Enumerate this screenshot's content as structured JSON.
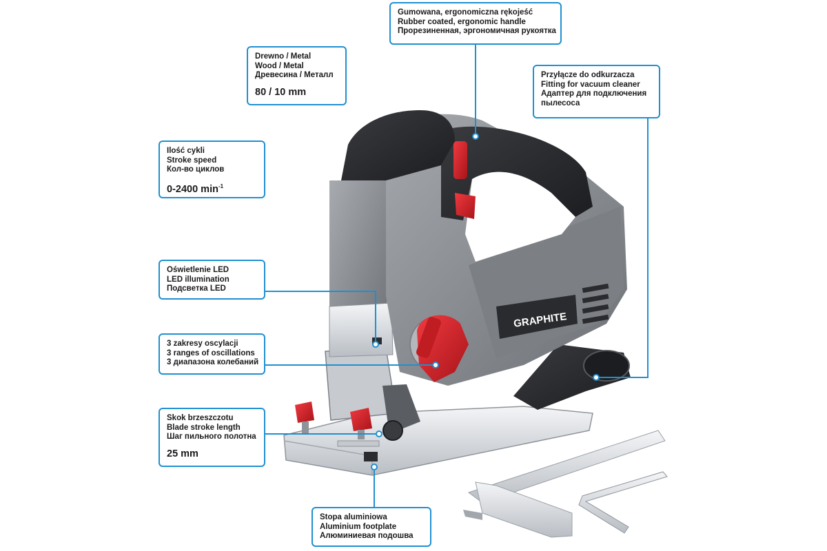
{
  "callouts": {
    "handle": {
      "lines": [
        "Gumowana, ergonomiczna rękojeść",
        "Rubber coated, ergonomic handle",
        "Прорезиненная, эргономичная рукоятка"
      ]
    },
    "material": {
      "lines": [
        "Drewno / Metal",
        "Wood / Metal",
        "Древесина / Металл"
      ],
      "spec": "80 / 10 mm"
    },
    "vacuum": {
      "lines": [
        "Przyłącze do odkurzacza",
        "Fitting for vacuum cleaner",
        "Адаптер для подключения",
        "пылесоса"
      ]
    },
    "stroke_speed": {
      "lines": [
        "Ilość cykli",
        "Stroke speed",
        "Кол-во циклов"
      ],
      "spec": "0-2400 min",
      "spec_sup": "-1"
    },
    "led": {
      "lines": [
        "Oświetlenie LED",
        "LED illumination",
        "Подсветка LED"
      ]
    },
    "oscillation": {
      "lines": [
        "3 zakresy oscylacji",
        "3 ranges of oscillations",
        "3 диапазона колебаний"
      ]
    },
    "blade_stroke": {
      "lines": [
        "Skok brzeszczotu",
        "Blade stroke length",
        "Шаг пильного полотна"
      ],
      "spec": "25 mm"
    },
    "footplate": {
      "lines": [
        "Stopa aluminiowa",
        "Aluminium footplate",
        "Алюминиевая подошва"
      ]
    }
  },
  "brand": "GRAPHITE",
  "colors": {
    "accent": "#1f8fd1",
    "body_dark": "#2a2b2e",
    "body_grey": "#8c8f94",
    "red": "#d8232a",
    "metal": "#dcdfe3"
  },
  "icons": [
    "jigsaw-illustration",
    "parallel-guide-illustration",
    "allen-key-illustration"
  ]
}
